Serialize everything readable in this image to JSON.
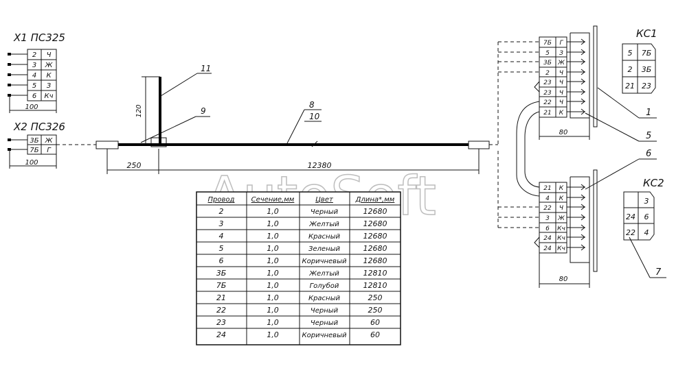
{
  "watermark": "AutoSoft",
  "x1": {
    "title": "X1  ПС325",
    "rows": [
      [
        "2",
        "Ч"
      ],
      [
        "3",
        "Ж"
      ],
      [
        "4",
        "К"
      ],
      [
        "5",
        "З"
      ],
      [
        "6",
        "Кч"
      ]
    ],
    "dim": "100"
  },
  "x2": {
    "title": "X2  ПС326",
    "rows": [
      [
        "3Б",
        "Ж"
      ],
      [
        "7Б",
        "Г"
      ]
    ],
    "dim": "100"
  },
  "callouts": {
    "c11": "11",
    "c9": "9",
    "c8": "8",
    "c10": "10",
    "c1": "1",
    "c5": "5",
    "c6": "6",
    "c7": "7"
  },
  "dims": {
    "h120": "120",
    "d250": "250",
    "d12380": "12380",
    "ks1_80": "80",
    "ks2_80": "80"
  },
  "ks1": {
    "title": "КС1",
    "rows": [
      [
        "7Б",
        "Г"
      ],
      [
        "5",
        "З"
      ],
      [
        "3Б",
        "Ж"
      ],
      [
        "2",
        "Ч"
      ],
      [
        "23",
        "Ч"
      ],
      [
        "23",
        "Ч"
      ],
      [
        "22",
        "Ч"
      ],
      [
        "21",
        "К"
      ]
    ],
    "plug": [
      [
        "5",
        "7Б"
      ],
      [
        "2",
        "3Б"
      ],
      [
        "21",
        "23"
      ]
    ]
  },
  "ks2": {
    "title": "КС2",
    "rows": [
      [
        "21",
        "К"
      ],
      [
        "4",
        "К"
      ],
      [
        "22",
        "Ч"
      ],
      [
        "3",
        "Ж"
      ],
      [
        "6",
        "Кч"
      ],
      [
        "24",
        "Кч"
      ],
      [
        "24",
        "Кч"
      ]
    ],
    "plug": [
      [
        "",
        "3"
      ],
      [
        "24",
        "6"
      ],
      [
        "22",
        "4"
      ]
    ]
  },
  "table": {
    "headers": [
      "Провод",
      "Сечение,мм",
      "Цвет",
      "Длина*,мм"
    ],
    "rows": [
      [
        "2",
        "1,0",
        "Черный",
        "12680"
      ],
      [
        "3",
        "1,0",
        "Желтый",
        "12680"
      ],
      [
        "4",
        "1,0",
        "Красный",
        "12680"
      ],
      [
        "5",
        "1,0",
        "Зеленый",
        "12680"
      ],
      [
        "6",
        "1,0",
        "Коричневый",
        "12680"
      ],
      [
        "3Б",
        "1,0",
        "Желтый",
        "12810"
      ],
      [
        "7Б",
        "1,0",
        "Голубой",
        "12810"
      ],
      [
        "21",
        "1,0",
        "Красный",
        "250"
      ],
      [
        "22",
        "1,0",
        "Черный",
        "250"
      ],
      [
        "23",
        "1,0",
        "Черный",
        "60"
      ],
      [
        "24",
        "1,0",
        "Коричневый",
        "60"
      ]
    ]
  }
}
